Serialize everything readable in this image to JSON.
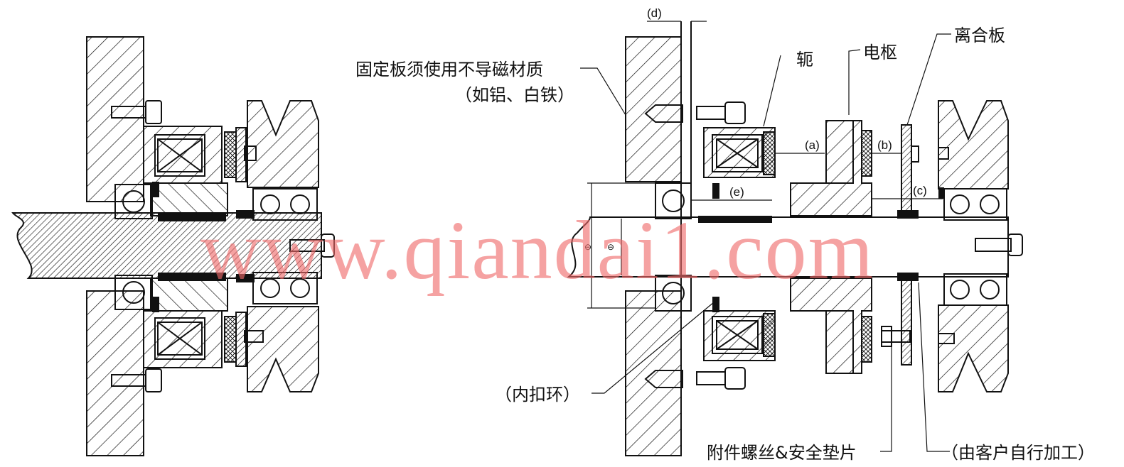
{
  "labels": {
    "fixed_plate_line1": "固定板须使用不导磁材质",
    "fixed_plate_line2": "（如铝、白铁）",
    "yoke": "轭",
    "armature": "电枢",
    "clutch_plate": "离合板",
    "inner_ring": "（内扣环）",
    "screw_washer": "附件螺丝&安全垫片",
    "customer_machining": "（由客户自行加工）"
  },
  "dimensions": {
    "a": "(a)",
    "b": "(b)",
    "c": "(c)",
    "d": "(d)",
    "e": "(e)"
  },
  "diameter_marks": [
    "⊖",
    "⊖"
  ],
  "watermark": "www.qiandai1.com",
  "colors": {
    "line": "#111111",
    "watermark": "#f06a6a",
    "background": "#ffffff"
  }
}
